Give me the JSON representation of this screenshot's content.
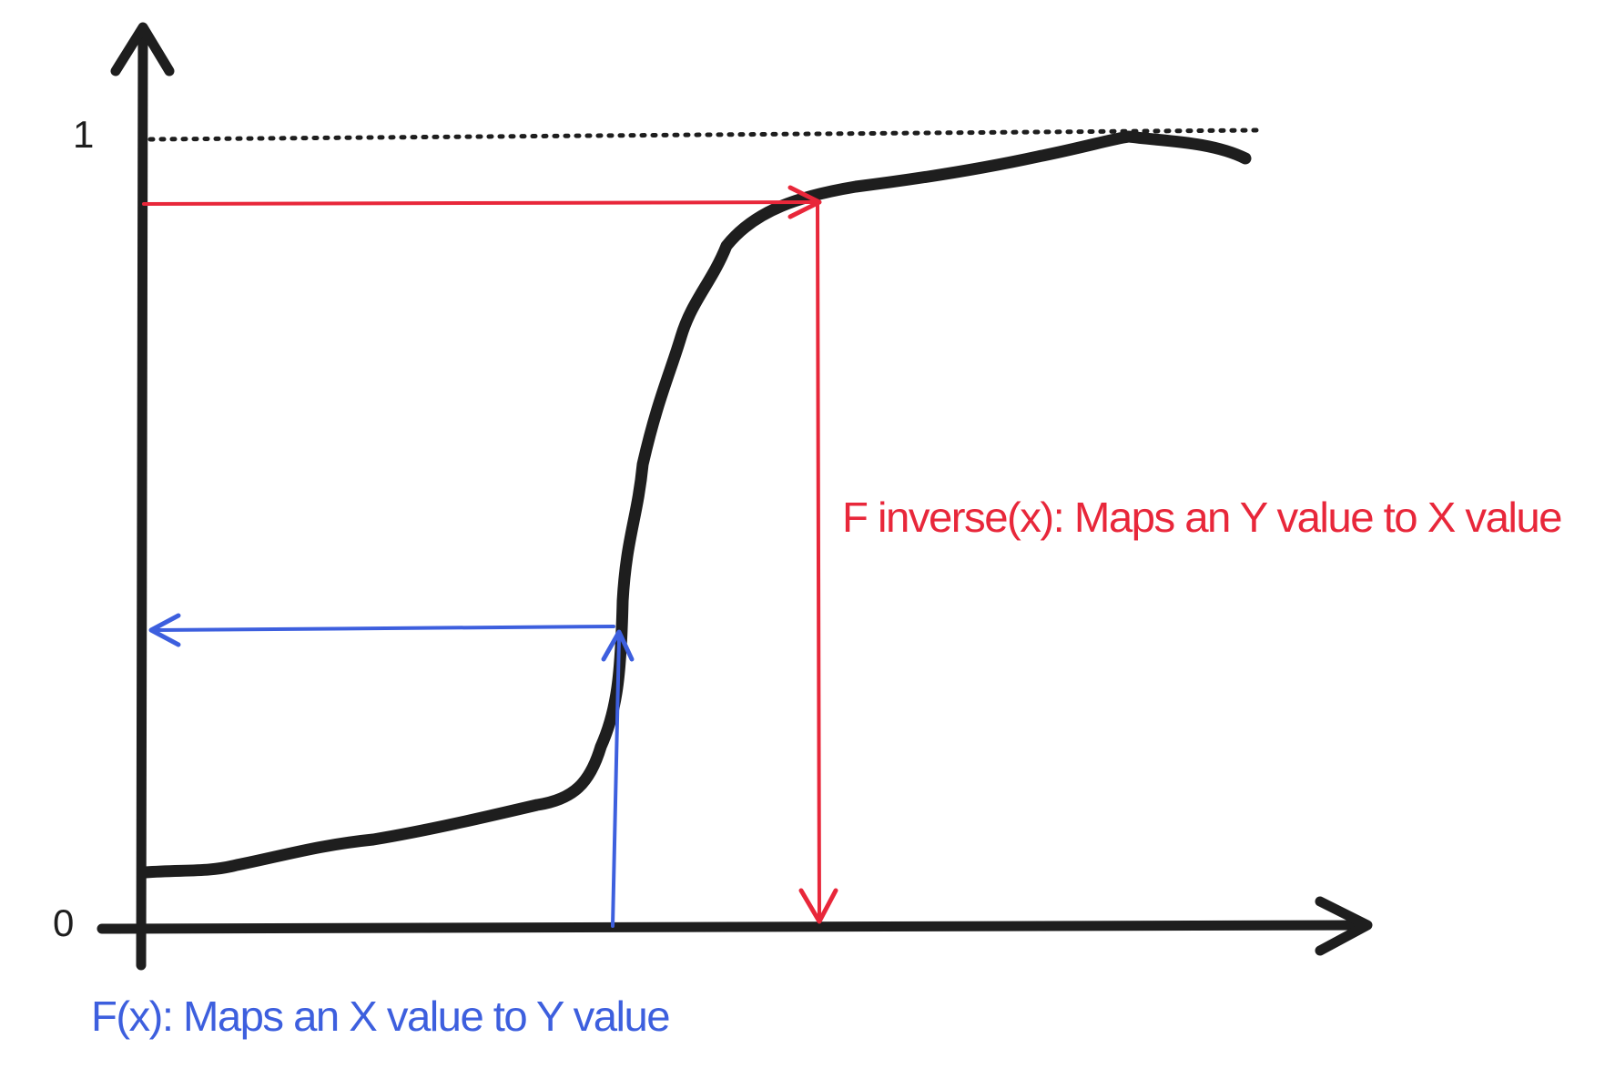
{
  "diagram": {
    "y_tick_top": "1",
    "y_tick_bottom": "0",
    "inverse_caption": "F inverse(x): Maps an Y value to X value",
    "forward_caption": "F(x): Maps an X value to Y value"
  },
  "colors": {
    "ink": "#1e1e1e",
    "red": "#e8273a",
    "blue": "#3d5fde"
  }
}
